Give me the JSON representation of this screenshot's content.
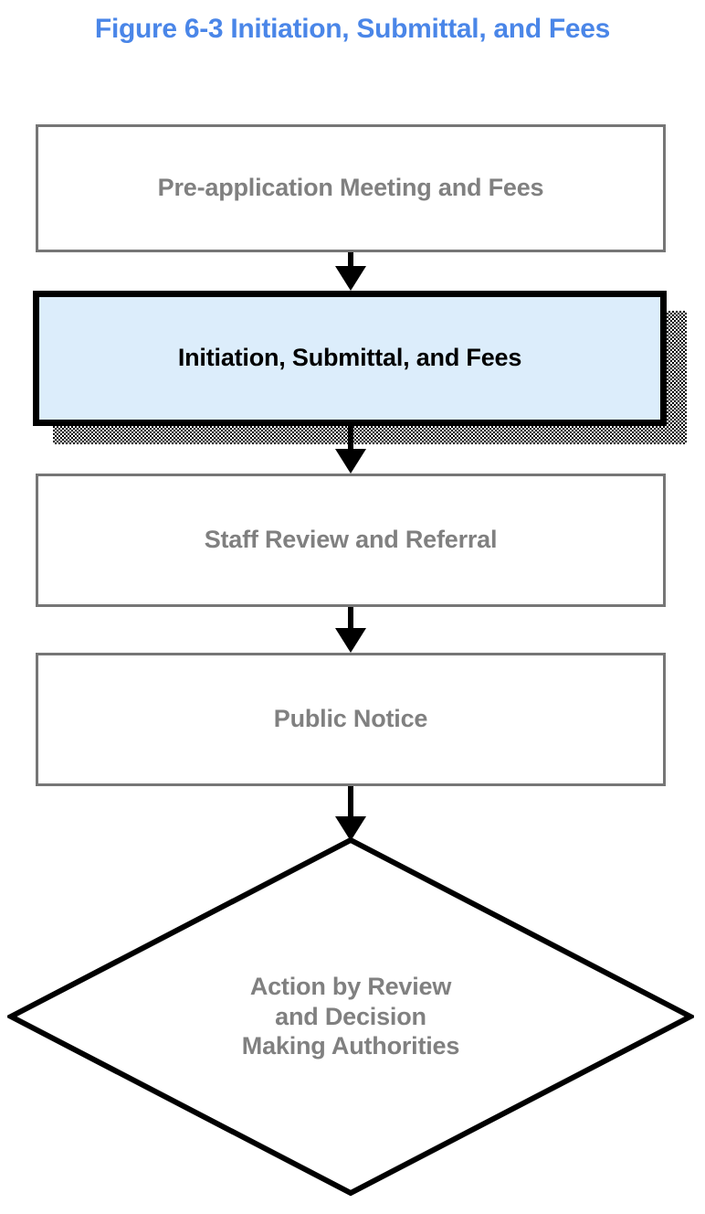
{
  "figure": {
    "title": "Figure 6-3 Initiation, Submittal, and Fees",
    "title_color": "#4a86e8",
    "background_color": "#ffffff"
  },
  "flow": {
    "nodes": [
      {
        "id": "pre-application-meeting-and-fees",
        "label": "Pre-application Meeting and Fees",
        "shape": "rectangle",
        "state": "inactive",
        "fill_color": "#ffffff",
        "border_color": "#767676",
        "text_color": "#808080"
      },
      {
        "id": "initiation-submittal-and-fees",
        "label": "Initiation, Submittal, and Fees",
        "shape": "rectangle",
        "state": "current",
        "fill_color": "#dcedfb",
        "border_color": "#000000",
        "text_color": "#000000",
        "has_drop_shadow": true
      },
      {
        "id": "staff-review-and-referral",
        "label": "Staff Review and Referral",
        "shape": "rectangle",
        "state": "inactive",
        "fill_color": "#ffffff",
        "border_color": "#767676",
        "text_color": "#808080"
      },
      {
        "id": "public-notice",
        "label": "Public Notice",
        "shape": "rectangle",
        "state": "inactive",
        "fill_color": "#ffffff",
        "border_color": "#767676",
        "text_color": "#808080"
      },
      {
        "id": "action-by-review-and-decision-making-authorities",
        "label_lines": [
          "Action by Review",
          "and Decision",
          "Making Authorities"
        ],
        "shape": "diamond",
        "state": "inactive",
        "fill_color": "#ffffff",
        "border_color": "#000000",
        "text_color": "#808080"
      }
    ],
    "connectors": [
      {
        "id": "connector-1",
        "from": "pre-application-meeting-and-fees",
        "to": "initiation-submittal-and-fees",
        "type": "arrow-down"
      },
      {
        "id": "connector-2",
        "from": "initiation-submittal-and-fees",
        "to": "staff-review-and-referral",
        "type": "arrow-down"
      },
      {
        "id": "connector-3",
        "from": "staff-review-and-referral",
        "to": "public-notice",
        "type": "arrow-down"
      },
      {
        "id": "connector-4",
        "from": "public-notice",
        "to": "action-by-review-and-decision-making-authorities",
        "type": "arrow-down"
      }
    ]
  }
}
